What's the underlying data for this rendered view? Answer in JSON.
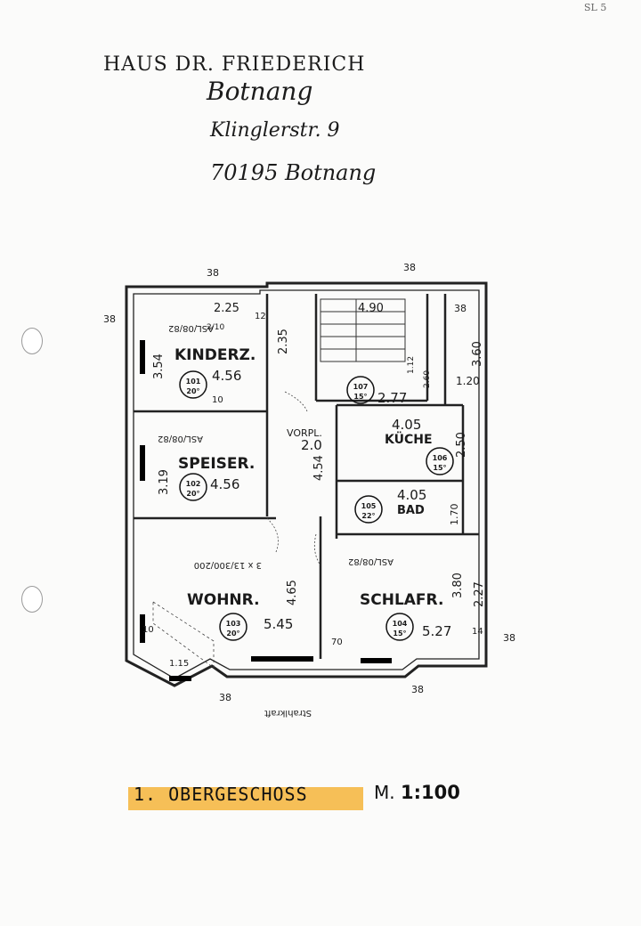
{
  "header": {
    "corner_mark": "SL 5",
    "line1": "HAUS DR. FRIEDERICH",
    "line2": "Botnang",
    "line3": "Klinglerstr. 9",
    "line4": "70195 Botnang"
  },
  "rooms": [
    {
      "name": "KINDERZ.",
      "area": "4.56",
      "number": "101",
      "sub": "20°"
    },
    {
      "name": "SPEISER.",
      "area": "4.56",
      "number": "102",
      "sub": "20°"
    },
    {
      "name": "WOHNR.",
      "area": "5.45",
      "number": "103",
      "sub": "20°"
    },
    {
      "name": "SCHLAFR.",
      "area": "5.27",
      "number": "104",
      "sub": "15°"
    },
    {
      "name": "BAD",
      "area": "4.05",
      "number": "105",
      "sub": "22°"
    },
    {
      "name": "KÜCHE",
      "area": "4.05",
      "number": "106",
      "sub": "15°"
    },
    {
      "name": "",
      "area": "2.77",
      "number": "107",
      "sub": "15°"
    },
    {
      "name": "VORPL.",
      "area": "2.0",
      "number": "",
      "sub": ""
    }
  ],
  "dimensions": {
    "d1": "38",
    "d2": "38",
    "d3": "38",
    "d4": "38",
    "d5": "38",
    "d6": "38",
    "d7": "38",
    "stair_width": "4.90",
    "top_left": "2.25",
    "kinder_height": "3.54",
    "corr_left": "2.35",
    "wc_right": "3.60",
    "wc_w": "1.20",
    "kitchen_h": "2.50",
    "speise_h": "3.19",
    "vorpl_h": "4.54",
    "bad_h": "1.70",
    "wohn_h": "4.65",
    "schlaf_h": "3.80",
    "right_h": "2.27",
    "bay": "1.15",
    "bay2": "10",
    "twelve": "12",
    "ten": "10",
    "seventy": "70",
    "fourteen": "14",
    "two_ten": "2/10",
    "small1": "2.60",
    "small2": "1.12"
  },
  "notes": {
    "kinder_note": "ASL/08/82",
    "speise_note": "ASL/08/82",
    "wohn_note": "3 x 13/300/200",
    "schlaf_note": "ASL/08/82",
    "bottom_mirror": "Strahlkraft"
  },
  "caption": {
    "title": "1. OBERGESCHOSS",
    "scale_prefix": "M.",
    "scale_value": "1:100"
  }
}
